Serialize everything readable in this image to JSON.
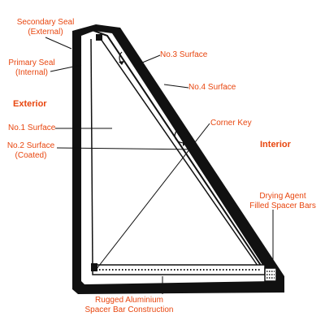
{
  "diagram": {
    "colors": {
      "label": "#e8460f",
      "frame": "#111111",
      "glass": "#ffffff",
      "background": "#ffffff"
    },
    "labels": {
      "secondary_seal": [
        "Secondary Seal",
        "(External)"
      ],
      "primary_seal": [
        "Primary Seal",
        "(Internal)"
      ],
      "exterior": "Exterior",
      "no1_surface": "No.1 Surface",
      "no2_surface": [
        "No.2 Surface",
        "(Coated)"
      ],
      "no3_surface": "No.3 Surface",
      "no4_surface": "No.4 Surface",
      "corner_key": "Corner Key",
      "interior": "Interior",
      "drying_agent": [
        "Drying Agent",
        "Filled Spacer Bars"
      ],
      "spacer_bar": [
        "Rugged Aluminium",
        "Spacer Bar Construction"
      ]
    }
  }
}
